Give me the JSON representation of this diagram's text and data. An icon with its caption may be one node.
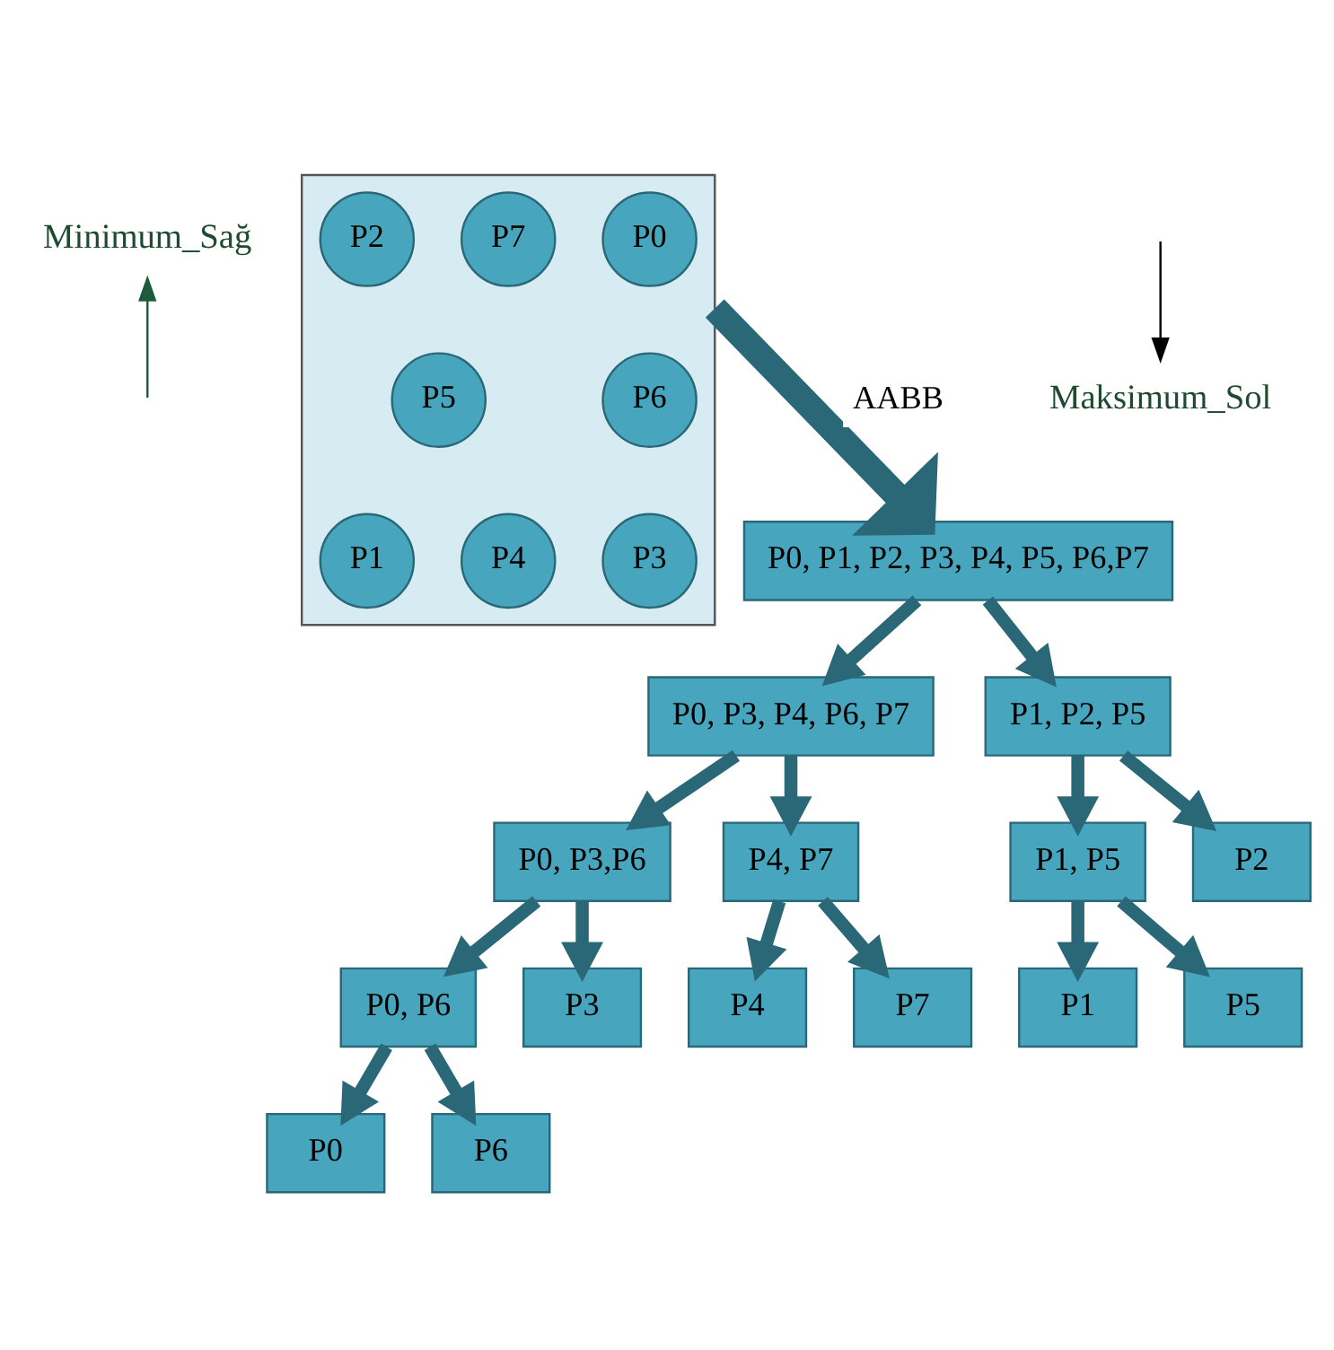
{
  "diagram": {
    "nodes": [
      {
        "text": [
          "Minimum_Sağ"
        ]
      },
      {
        "text": [],
        "shape": "box"
      },
      {
        "text": [
          "P0"
        ],
        "in": 1
      },
      {
        "text": [
          "P7"
        ],
        "in": 1
      },
      {
        "text": [
          "P2"
        ],
        "in": 1
      },
      {
        "text": [
          "P6"
        ],
        "in": 1
      },
      {
        "text": [
          "P5"
        ],
        "in": 1
      },
      {
        "text": [
          "P3"
        ],
        "in": 1
      },
      {
        "text": [
          "P4"
        ],
        "in": 1
      },
      {
        "text": [
          "P1"
        ],
        "in": 1
      },
      {
        "text": [
          "Maksimum_Sol"
        ]
      },
      {
        "text": [
          "P0, P1, P2, P3, P4, P5, P6,P7"
        ]
      },
      {
        "text": [
          "P0, P3, P4, P6, P7"
        ]
      },
      {
        "text": [
          "P1, P2, P5"
        ]
      },
      {
        "text": [
          "P0, P3,P6"
        ]
      },
      {
        "text": [
          "P4, P7"
        ]
      },
      {
        "text": [
          "P1, P5"
        ]
      },
      {
        "text": [
          "P2"
        ]
      },
      {
        "text": [
          "P0, P6"
        ]
      },
      {
        "text": [
          "P3"
        ]
      },
      {
        "text": [
          "P4"
        ]
      },
      {
        "text": [
          "P7"
        ]
      },
      {
        "text": [
          "P1"
        ]
      },
      {
        "text": [
          "P5"
        ]
      },
      {
        "text": [
          "P0"
        ]
      },
      {
        "text": [
          "P6"
        ]
      }
    ],
    "edges": [
      {
        "from": null,
        "to": 0,
        "arrow": "to",
        "color": "#1e5a3c"
      },
      {
        "from": null,
        "to": 10,
        "arrow": "to",
        "color": "#000000"
      },
      {
        "from": 1,
        "to": 11,
        "arrow": "to",
        "label": "AABB",
        "style": "thick"
      },
      {
        "from": 11,
        "to": 12,
        "arrow": "to"
      },
      {
        "from": 11,
        "to": 13,
        "arrow": "to"
      },
      {
        "from": 12,
        "to": 14,
        "arrow": "to"
      },
      {
        "from": 12,
        "to": 15,
        "arrow": "to"
      },
      {
        "from": 13,
        "to": 16,
        "arrow": "to"
      },
      {
        "from": 13,
        "to": 17,
        "arrow": "to"
      },
      {
        "from": 14,
        "to": 18,
        "arrow": "to"
      },
      {
        "from": 14,
        "to": 19,
        "arrow": "to"
      },
      {
        "from": 15,
        "to": 20,
        "arrow": "to"
      },
      {
        "from": 15,
        "to": 21,
        "arrow": "to"
      },
      {
        "from": 16,
        "to": 22,
        "arrow": "to"
      },
      {
        "from": 16,
        "to": 23,
        "arrow": "to"
      },
      {
        "from": 18,
        "to": 24,
        "arrow": "to"
      },
      {
        "from": 18,
        "to": 25,
        "arrow": "to"
      }
    ]
  }
}
